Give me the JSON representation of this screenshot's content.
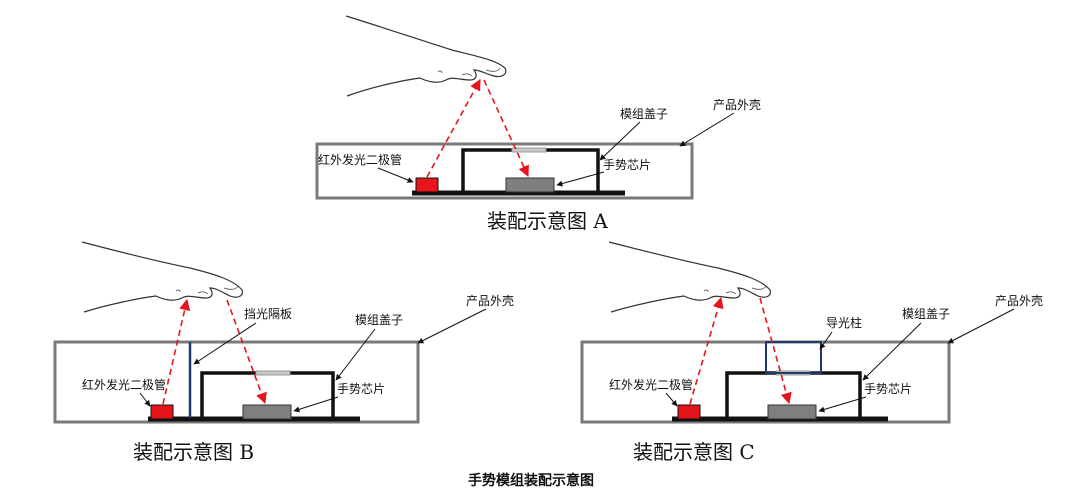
{
  "labels": {
    "ir_led": "红外发光二极管",
    "gesture_chip": "手势芯片",
    "module_cover": "模组盖子",
    "product_shell": "产品外壳",
    "light_barrier": "挡光隔板",
    "light_guide": "导光柱"
  },
  "captions": {
    "a": "装配示意图 A",
    "b": "装配示意图 B",
    "c": "装配示意图 C"
  },
  "main_caption": "手势模组装配示意图",
  "colors": {
    "led": "#e8141b",
    "beam": "#e8141b",
    "barrier": "#1d3a6b",
    "shell": "#7a7a7a"
  }
}
